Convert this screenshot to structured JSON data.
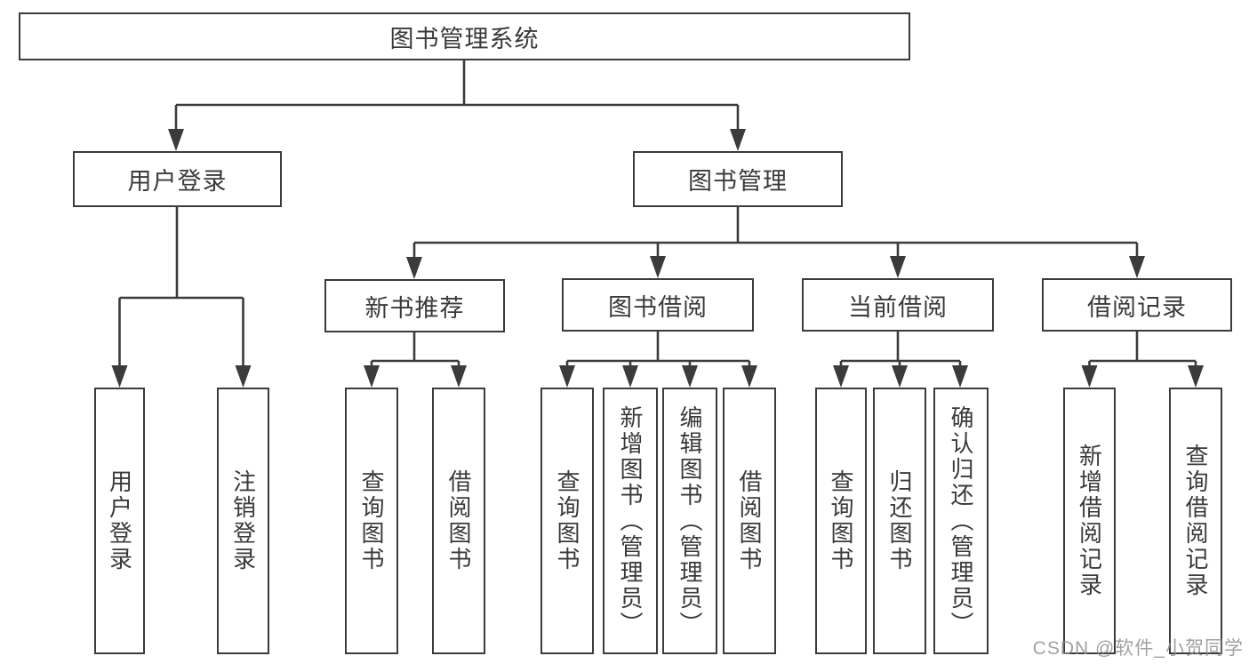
{
  "diagram": {
    "root": {
      "label": "图书管理系统"
    },
    "branches": {
      "user_login": {
        "label": "用户登录",
        "children": [
          "用户登录",
          "注销登录"
        ]
      },
      "book_mgmt": {
        "label": "图书管理"
      },
      "new_book": {
        "label": "新书推荐",
        "children": [
          "查询图书",
          "借阅图书"
        ]
      },
      "borrow": {
        "label": "图书借阅",
        "children": [
          "查询图书",
          "新增图书（管理员）",
          "编辑图书（管理员）",
          "借阅图书"
        ]
      },
      "current": {
        "label": "当前借阅",
        "children": [
          "查询图书",
          "归还图书",
          "确认归还（管理员）"
        ]
      },
      "record": {
        "label": "借阅记录",
        "children": [
          "新增借阅记录",
          "查询借阅记录"
        ]
      }
    },
    "watermark": "CSDN @软件_小贺同学",
    "colors": {
      "line": "#3b3b3b",
      "text": "#3a3a3a",
      "watermark": "#919191",
      "background": "#ffffff"
    }
  }
}
